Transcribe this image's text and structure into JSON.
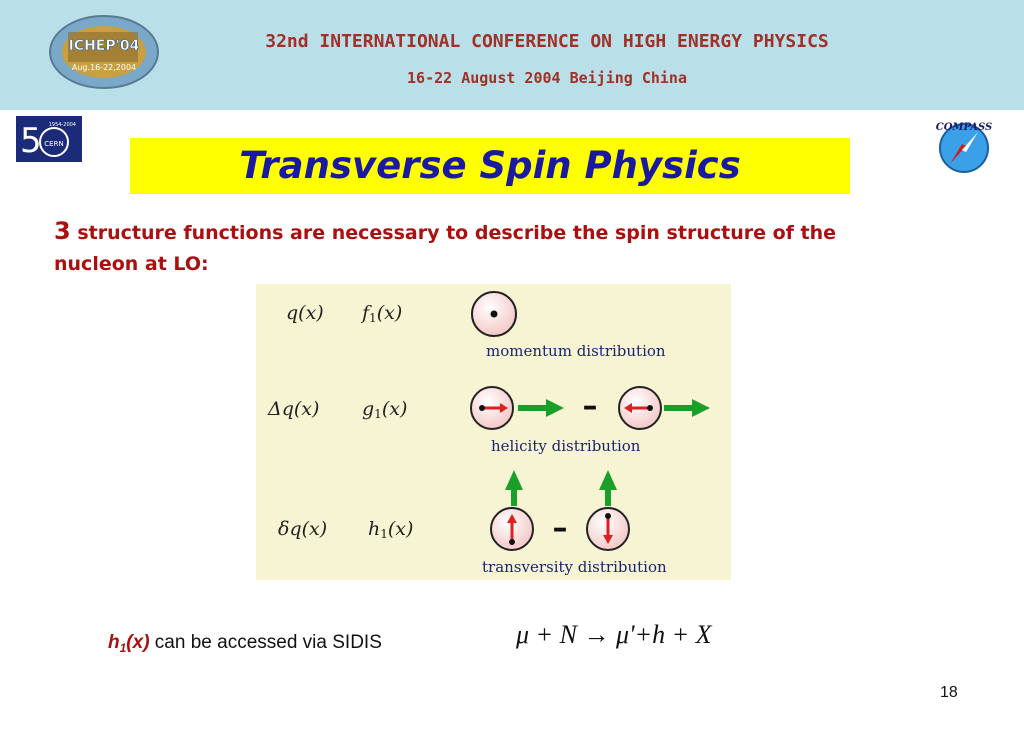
{
  "header": {
    "conference_title": "32nd INTERNATIONAL CONFERENCE ON HIGH ENERGY PHYSICS",
    "conference_date": "16-22 August 2004 Beijing China",
    "ichep_logo_text": "ICHEP'04",
    "ichep_logo_subtext": "Aug.16-22,2004",
    "cern_logo_text": "CERN",
    "cern_logo_years": "1954-2004",
    "compass_logo_text": "COMPASS"
  },
  "slide": {
    "title": "Transverse Spin Physics",
    "intro_number": "3",
    "intro_text": " structure functions are necessary to describe the spin structure of the nucleon at LO:",
    "rows": [
      {
        "parton": "q(x)",
        "sf": "f",
        "sf_sub": "1",
        "sf_arg": "(x)",
        "label": "momentum distribution"
      },
      {
        "parton": "Δq(x)",
        "sf": "g",
        "sf_sub": "1",
        "sf_arg": "(x)",
        "label": "helicity distribution"
      },
      {
        "parton": "δq(x)",
        "sf": "h",
        "sf_sub": "1",
        "sf_arg": "(x)",
        "label": "transversity distribution"
      }
    ],
    "minus_sign": "–",
    "footer_h": "h",
    "footer_h_sub": "1",
    "footer_h_arg": "(x)",
    "footer_text": " can be accessed via SIDIS",
    "sidis_formula": "μ + N → μ'+h + X",
    "page_number": "18"
  },
  "colors": {
    "header_bg": "#b9e0e8",
    "title_box": "#ffff00",
    "title_text": "#1a1aa0",
    "intro_text": "#aa1010",
    "panel_bg": "#f7f4d4",
    "green_arrow": "#1aa02a",
    "red_arrow": "#dd2020"
  }
}
